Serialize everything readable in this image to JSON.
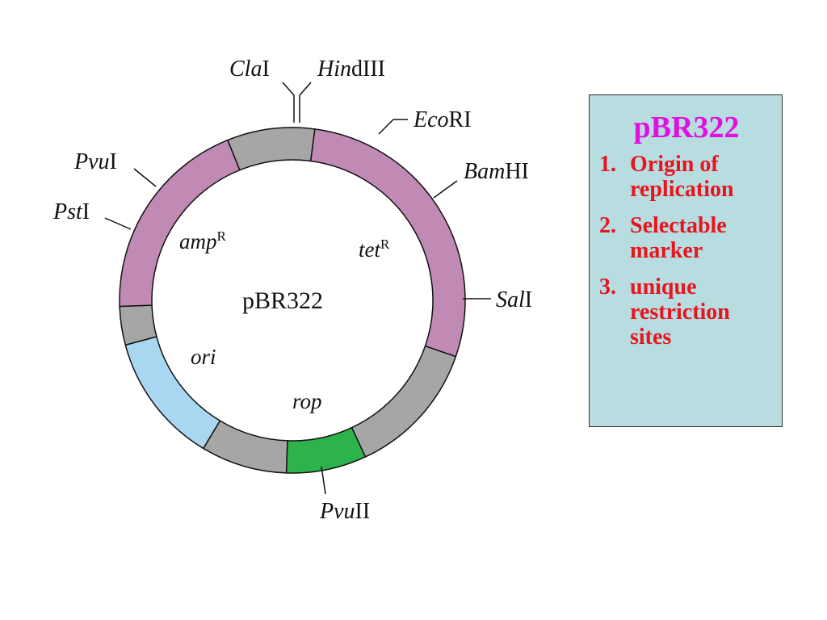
{
  "diagram": {
    "center_label": "pBR322",
    "colors": {
      "amp": "#c08ab5",
      "tet": "#c08ab5",
      "ori": "#a9d6f0",
      "rop": "#2eb24c",
      "spacer": "#a6a6a6",
      "outline": "#111111"
    },
    "segments": [
      {
        "id": "top-gray",
        "color_key": "spacer"
      },
      {
        "id": "tet",
        "color_key": "tet"
      },
      {
        "id": "right-gray",
        "color_key": "spacer"
      },
      {
        "id": "rop",
        "color_key": "rop"
      },
      {
        "id": "bottom-gray",
        "color_key": "spacer"
      },
      {
        "id": "ori",
        "color_key": "ori"
      },
      {
        "id": "left-gray",
        "color_key": "spacer"
      },
      {
        "id": "amp",
        "color_key": "amp"
      }
    ],
    "genes": {
      "amp": {
        "name": "amp",
        "sup": "R"
      },
      "tet": {
        "name": "tet",
        "sup": "R"
      },
      "ori": {
        "name": "ori"
      },
      "rop": {
        "name": "rop"
      }
    },
    "sites": {
      "clai": {
        "italic": "Cla",
        "roman": "I"
      },
      "hindiii": {
        "italic": "Hin",
        "roman": "dIII"
      },
      "ecori": {
        "italic": "Eco",
        "roman": "RI"
      },
      "bamhi": {
        "italic": "Bam",
        "roman": "HI"
      },
      "sali": {
        "italic": "Sal",
        "roman": "I"
      },
      "pvui": {
        "italic": "Pvu",
        "roman": "I"
      },
      "psti": {
        "italic": "Pst",
        "roman": "I"
      },
      "pvuii": {
        "italic": "Pvu",
        "roman": "II"
      }
    }
  },
  "info_box": {
    "title": "pBR322",
    "background": "#b7dde0",
    "title_color": "#e010e0",
    "text_color": "#e8141e",
    "items": [
      {
        "num": "1.",
        "line1": "Origin of",
        "line2": "replication"
      },
      {
        "num": "2.",
        "line1": "Selectable",
        "line2": "marker"
      },
      {
        "num": "3.",
        "line1": "unique",
        "line2": "restriction",
        "line3": "sites"
      }
    ]
  }
}
